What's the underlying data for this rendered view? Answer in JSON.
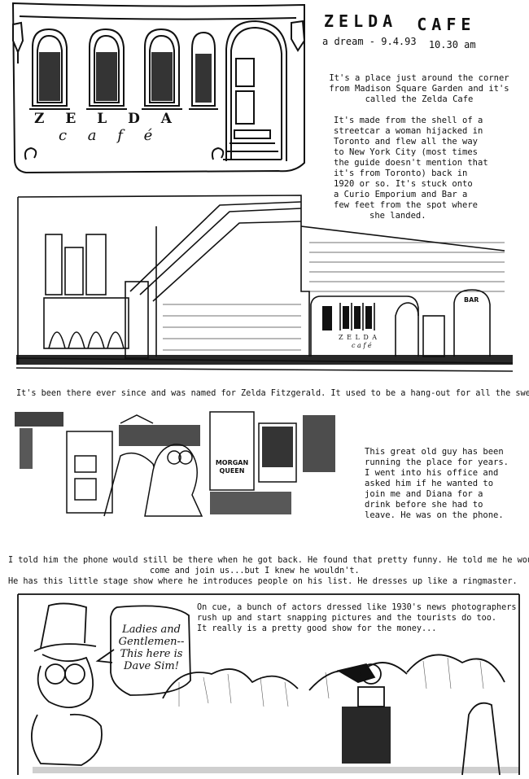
{
  "header": {
    "title_part1": "ZELDA",
    "title_part2": "CAFE",
    "subtitle_date": "a dream - 9.4.93",
    "subtitle_time": "10.30 am"
  },
  "panel1_sign": {
    "zelda": "Z E L D A",
    "cafe": "c a f é"
  },
  "panel2_sign": {
    "bar": "BAR",
    "zelda": "Z E L D A",
    "cafe": "c a f é"
  },
  "panel3_signs": {
    "poster1": "MORGAN QUEEN"
  },
  "captions": {
    "intro": "It's a place just around the corner from Madison Square Garden and it's called the Zelda Cafe",
    "history_lines": [
      "It's made from the shell of a",
      "streetcar a woman hijacked in",
      "Toronto and flew all the way",
      "to New York City (most times",
      "the guide doesn't mention that",
      "it's from Toronto) back in",
      "1920 or so.  It's stuck onto",
      "a Curio Emporium and Bar a",
      "few feet from the spot where",
      "she landed."
    ],
    "named_for": "It's been there ever since and was named for Zelda Fitzgerald. It used to be a hang-out for all the swells.",
    "old_guy_lines": [
      "This great old guy has been",
      "running the place for years.",
      "I went into his office and",
      "asked him if he wanted to",
      "join me and Diana for a",
      "drink before she had to",
      "leave.  He was on the phone."
    ],
    "phone_line1": "I told him the phone would still be there when he got back. He found that pretty funny. He told me he would",
    "phone_line2": "come and join us...but I knew he wouldn't.",
    "stage_show": "He has this little stage show where he introduces people on his list.  He dresses up like a ringmaster.",
    "on_cue_lines": [
      "On cue, a bunch of actors dressed like 1930's news photographers",
      "rush up and start snapping pictures and the tourists do too.",
      "It really is a pretty good show for the money..."
    ]
  },
  "balloon": {
    "lines": [
      "Ladies and",
      "Gentlemen--",
      "This here is",
      "Dave Sim!"
    ]
  }
}
